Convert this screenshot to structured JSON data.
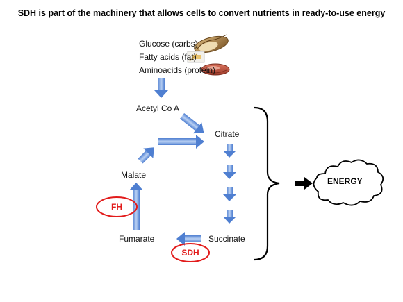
{
  "title": "SDH is part of the machinery that allows cells to convert nutrients in ready-to-use energy",
  "nutrients": [
    {
      "label": "Glucose (carbs)",
      "icon": "bread-icon"
    },
    {
      "label": "Fatty acids (fat)",
      "icon": "butter-icon"
    },
    {
      "label": "Aminoacids (protein)",
      "icon": "steak-icon"
    }
  ],
  "cycle": {
    "acetyl": "Acetyl Co A",
    "citrate": "Citrate",
    "malate": "Malate",
    "fumarate": "Fumarate",
    "succinate": "Succinate"
  },
  "enzymes": {
    "fh": "FH",
    "sdh": "SDH"
  },
  "energy": "ENERGY",
  "colors": {
    "arrow_light": "#b7cdf0",
    "arrow_dark": "#4f7fd1",
    "enzyme_red": "#e21b1b",
    "text": "#111111"
  }
}
